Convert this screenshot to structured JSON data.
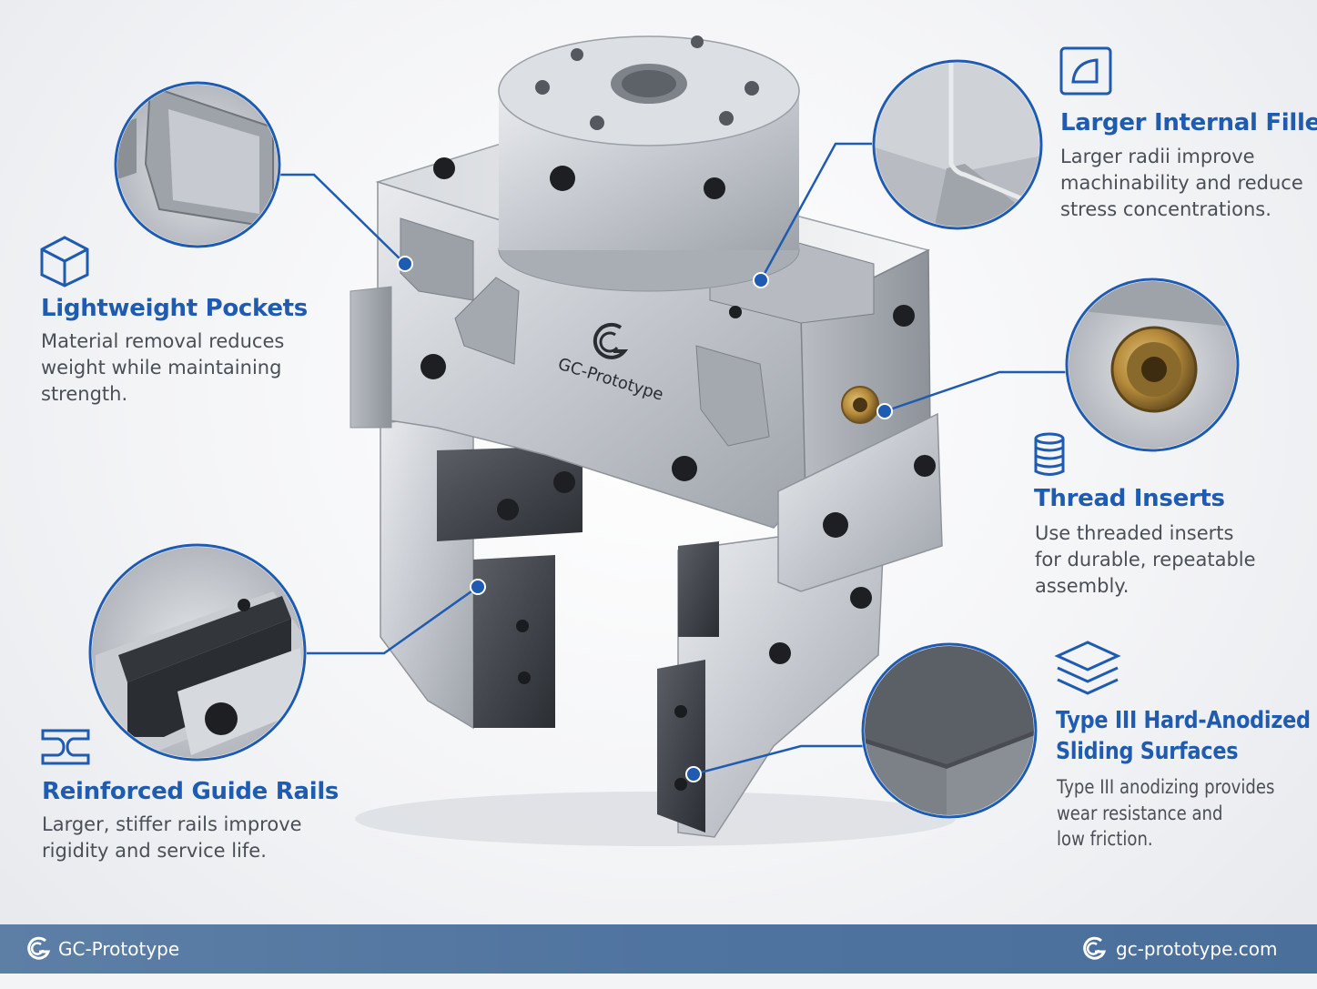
{
  "product_logo": {
    "text": "GC-Prototype"
  },
  "features": [
    {
      "id": "lightweight-pockets",
      "icon": "cube-icon",
      "title": "Lightweight Pockets",
      "description": [
        "Material removal reduces",
        "weight while maintaining",
        "strength."
      ]
    },
    {
      "id": "reinforced-guide-rails",
      "icon": "i-beam-icon",
      "title": "Reinforced Guide Rails",
      "description": [
        "Larger, stiffer rails improve",
        "rigidity and service life."
      ]
    },
    {
      "id": "larger-internal-fillets",
      "icon": "rounded-corner-icon",
      "title": "Larger Internal Fillets",
      "description": [
        "Larger radii improve",
        "machinability and reduce",
        "stress concentrations."
      ]
    },
    {
      "id": "thread-inserts",
      "icon": "thread-coil-icon",
      "title": "Thread Inserts",
      "description": [
        "Use threaded inserts",
        "for durable, repeatable",
        "assembly."
      ]
    },
    {
      "id": "hard-anodized-surfaces",
      "icon": "layers-icon",
      "title": [
        "Type III Hard-Anodized",
        "Sliding Surfaces"
      ],
      "description": [
        "Type III anodizing provides",
        "wear resistance and",
        "low friction."
      ]
    }
  ],
  "footer": {
    "brand": "GC-Prototype",
    "website": "gc-prototype.com"
  },
  "colors": {
    "accent": "#1f5bb0",
    "footer_bar": "#4f749f",
    "text": "#4a4f57"
  }
}
